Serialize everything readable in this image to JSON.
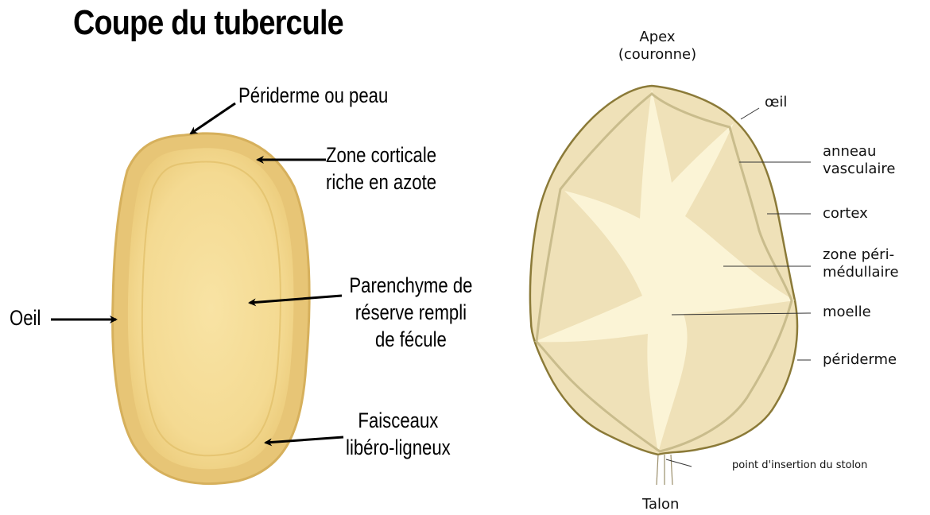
{
  "left_diagram": {
    "title": "Coupe du tubercule",
    "labels": {
      "periderme": "Périderme ou peau",
      "zone_corticale_1": "Zone corticale",
      "zone_corticale_2": "riche en azote",
      "parenchyme_1": "Parenchyme de",
      "parenchyme_2": "réserve rempli",
      "parenchyme_3": "de fécule",
      "faisceaux_1": "Faisceaux",
      "faisceaux_2": "libéro-ligneux",
      "oeil": "Oeil"
    },
    "colors": {
      "flesh": "#f2d68c",
      "skin": "#e3c275",
      "arrow": "#000000"
    }
  },
  "right_diagram": {
    "labels": {
      "apex_1": "Apex",
      "apex_2": "(couronne)",
      "oeil": "œil",
      "anneau_1": "anneau",
      "anneau_2": "vasculaire",
      "cortex": "cortex",
      "zone_1": "zone péri-",
      "zone_2": "médullaire",
      "moelle": "moelle",
      "periderme": "périderme",
      "stolon": "point d'insertion du stolon",
      "talon": "Talon"
    },
    "colors": {
      "fill": "#efe1b8",
      "outline": "#8a7a3a",
      "medulla": "#fbf5d9",
      "ring": "#c9bc8c"
    }
  }
}
